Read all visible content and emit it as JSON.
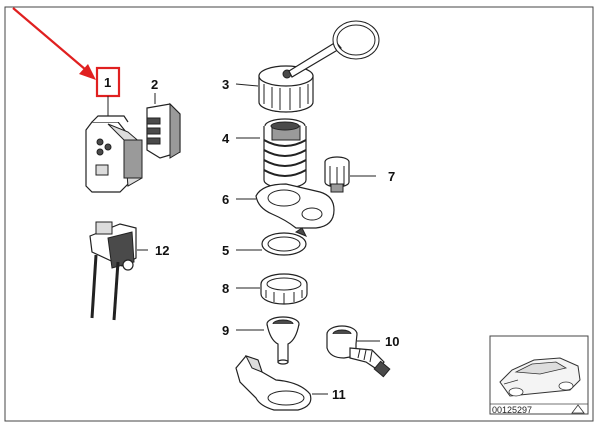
{
  "diagram": {
    "labels": [
      {
        "id": "label-1",
        "text": "1"
      },
      {
        "id": "label-2",
        "text": "2"
      },
      {
        "id": "label-3",
        "text": "3"
      },
      {
        "id": "label-4",
        "text": "4"
      },
      {
        "id": "label-5",
        "text": "5"
      },
      {
        "id": "label-6",
        "text": "6"
      },
      {
        "id": "label-7",
        "text": "7"
      },
      {
        "id": "label-8",
        "text": "8"
      },
      {
        "id": "label-9",
        "text": "9"
      },
      {
        "id": "label-10",
        "text": "10"
      },
      {
        "id": "label-11",
        "text": "11"
      },
      {
        "id": "label-12",
        "text": "12"
      }
    ],
    "highlighted_label": "1",
    "reference_number": "00125297",
    "colors": {
      "highlight": "#e02020",
      "arrow": "#e02020",
      "line": "#222222"
    }
  }
}
